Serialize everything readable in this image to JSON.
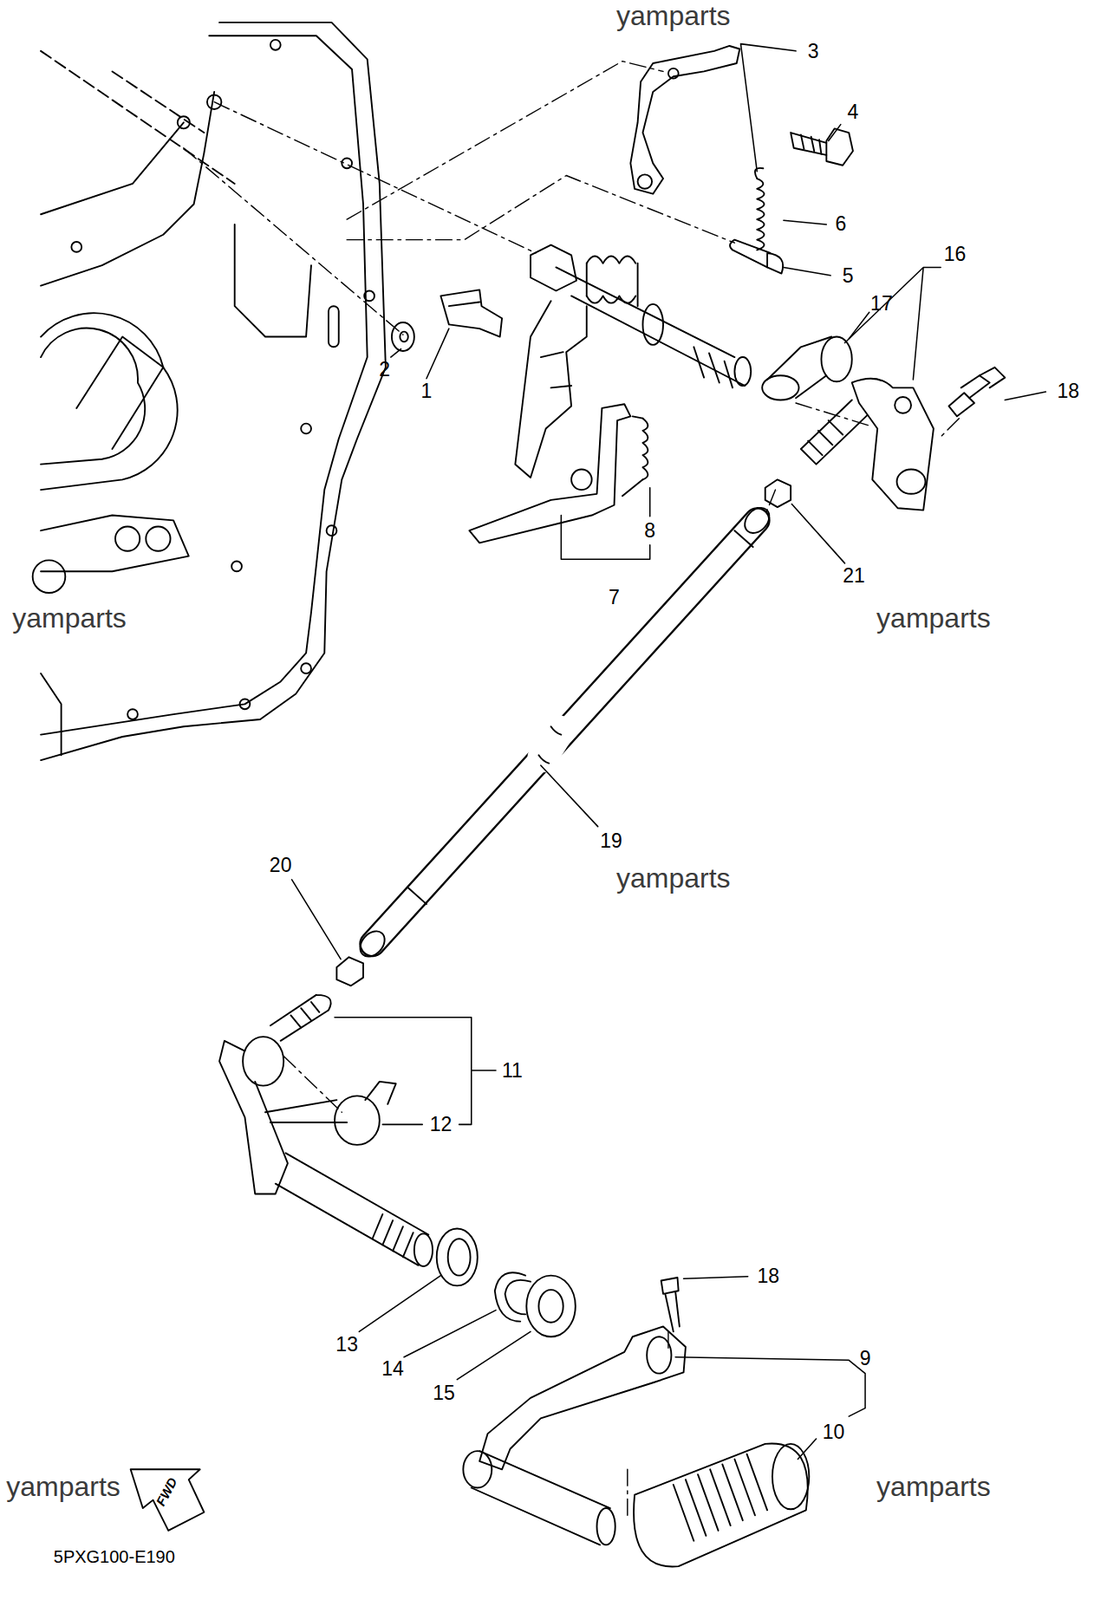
{
  "diagram": {
    "labels": [
      "yamparts",
      "3",
      "4",
      "6",
      "16",
      "17",
      "5",
      "18",
      "2",
      "1",
      "8",
      "7",
      "21",
      "yamparts",
      "yamparts",
      "19",
      "yamparts",
      "20",
      "11",
      "12",
      "18",
      "13",
      "14",
      "15",
      "9",
      "10",
      "yamparts",
      "FWD",
      "yamparts",
      "5PXG100-E190"
    ]
  }
}
